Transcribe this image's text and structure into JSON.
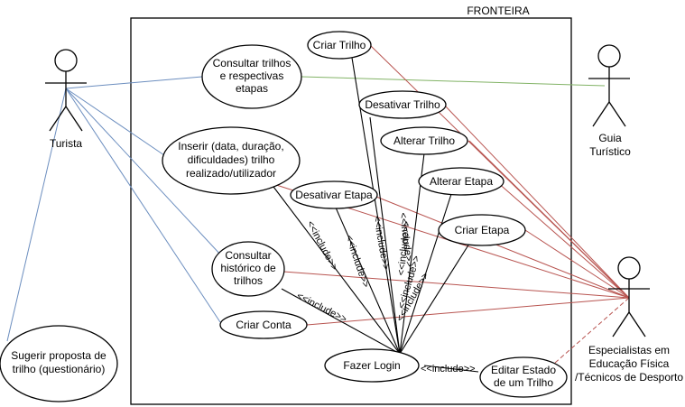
{
  "boundary": {
    "label": "FRONTEIRA"
  },
  "actors": {
    "turista": [
      "Turista"
    ],
    "guia": [
      "Guia",
      "Turístico"
    ],
    "especialistas": [
      "Especialistas em",
      "Educação Física",
      "/Técnicos de Desporto"
    ]
  },
  "use_cases": {
    "criar_trilho": [
      "Criar Trilho"
    ],
    "consultar_trilhos": [
      "Consultar trilhos",
      "e respectivas",
      "etapas"
    ],
    "desativar_trilho": [
      "Desativar Trilho"
    ],
    "alterar_trilho": [
      "Alterar Trilho"
    ],
    "inserir": [
      "Inserir (data, duração,",
      "dificuldades) trilho",
      "realizado/utilizador"
    ],
    "alterar_etapa": [
      "Alterar Etapa"
    ],
    "desativar_etapa": [
      "Desativar Etapa"
    ],
    "criar_etapa": [
      "Criar Etapa"
    ],
    "consultar_historico": [
      "Consultar",
      "histórico de",
      "trilhos"
    ],
    "criar_conta": [
      "Criar Conta"
    ],
    "fazer_login": [
      "Fazer Login"
    ],
    "editar_estado": [
      "Editar Estado",
      "de um Trilho"
    ],
    "sugerir": [
      "Sugerir proposta de",
      "trilho (questionário)"
    ]
  },
  "relations": {
    "include_label": "<<include>>"
  },
  "colors": {
    "turista_assoc": "#6c8ebf",
    "guia_assoc": "#82b366",
    "especialista_assoc": "#b85450",
    "include": "#000000"
  }
}
